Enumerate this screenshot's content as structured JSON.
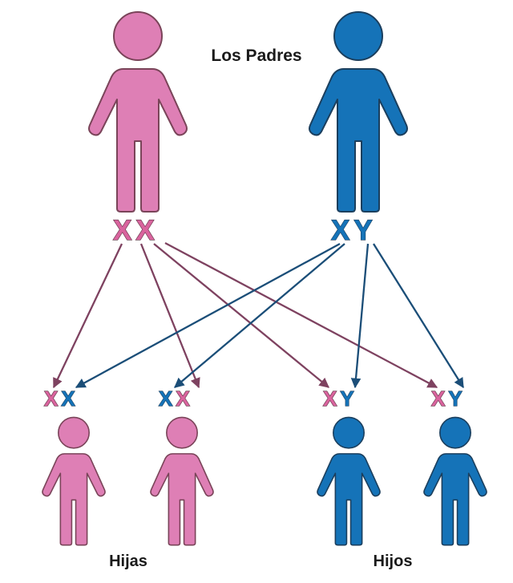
{
  "title": "Los Padres",
  "labels": {
    "daughters": "Hijas",
    "sons": "Hijos"
  },
  "colors": {
    "maternal_pink": "#DE7FB5",
    "paternal_blue": "#1573B8",
    "maternal_outline": "#7a4459",
    "paternal_outline": "#1b3f5e",
    "maternal_arrow": "#7E4260",
    "paternal_arrow": "#1B4E78",
    "chromosome_pink": "#D9649E",
    "chromosome_blue": "#1573B8",
    "text_black": "#1a1a1a",
    "background": "#FFFFFF"
  },
  "parents": [
    {
      "id": "mother",
      "sex": "female",
      "color_role": "maternal",
      "chromosomes": [
        {
          "letter": "X",
          "origin": "maternal"
        },
        {
          "letter": "X",
          "origin": "maternal"
        }
      ]
    },
    {
      "id": "father",
      "sex": "male",
      "color_role": "paternal",
      "chromosomes": [
        {
          "letter": "X",
          "origin": "paternal"
        },
        {
          "letter": "Y",
          "origin": "paternal"
        }
      ]
    }
  ],
  "children": [
    {
      "id": "daughter-1",
      "sex": "female",
      "color_role": "maternal",
      "chromosomes": [
        {
          "letter": "X",
          "origin": "maternal"
        },
        {
          "letter": "X",
          "origin": "paternal"
        }
      ]
    },
    {
      "id": "daughter-2",
      "sex": "female",
      "color_role": "maternal",
      "chromosomes": [
        {
          "letter": "X",
          "origin": "paternal"
        },
        {
          "letter": "X",
          "origin": "maternal"
        }
      ]
    },
    {
      "id": "son-1",
      "sex": "male",
      "color_role": "paternal",
      "chromosomes": [
        {
          "letter": "X",
          "origin": "maternal"
        },
        {
          "letter": "Y",
          "origin": "paternal"
        }
      ]
    },
    {
      "id": "son-2",
      "sex": "male",
      "color_role": "paternal",
      "chromosomes": [
        {
          "letter": "X",
          "origin": "maternal"
        },
        {
          "letter": "Y",
          "origin": "paternal"
        }
      ]
    }
  ],
  "inheritance_arrows": [
    {
      "from": "mother-X1",
      "to": "daughter-1-X1",
      "origin": "maternal"
    },
    {
      "from": "mother-X1",
      "to": "son-1-X",
      "origin": "maternal"
    },
    {
      "from": "mother-X2",
      "to": "daughter-2-X2",
      "origin": "maternal"
    },
    {
      "from": "mother-X2",
      "to": "son-2-X",
      "origin": "maternal"
    },
    {
      "from": "father-X",
      "to": "daughter-1-X2",
      "origin": "paternal"
    },
    {
      "from": "father-X",
      "to": "daughter-2-X1",
      "origin": "paternal"
    },
    {
      "from": "father-Y",
      "to": "son-1-Y",
      "origin": "paternal"
    },
    {
      "from": "father-Y",
      "to": "son-2-Y",
      "origin": "paternal"
    }
  ]
}
